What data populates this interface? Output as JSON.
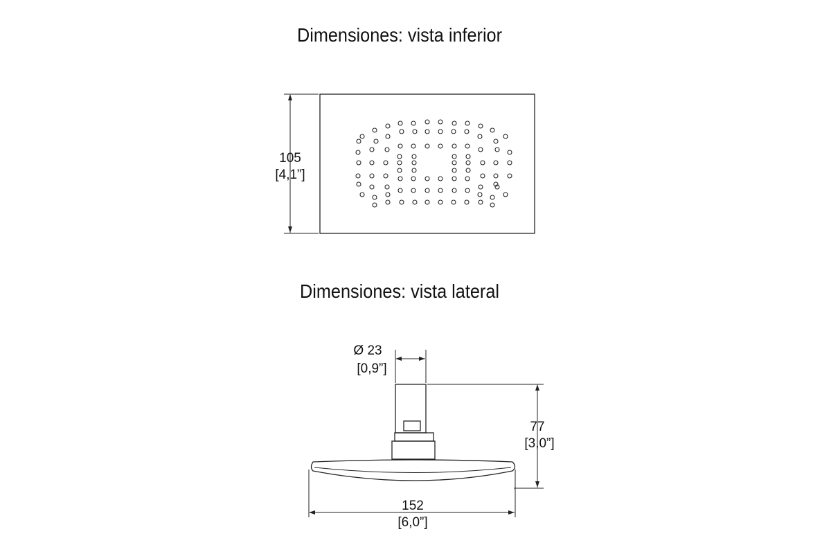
{
  "bottom_view": {
    "title": "Dimensiones: vista inferior",
    "height_mm": "105",
    "height_in": "[4,1”]"
  },
  "side_view": {
    "title": "Dimensiones: vista lateral",
    "diameter_mm": "Ø 23",
    "diameter_in": "[0,9”]",
    "height_mm": "77",
    "height_in": "[3,0”]",
    "width_mm": "152",
    "width_in": "[6,0”]"
  }
}
